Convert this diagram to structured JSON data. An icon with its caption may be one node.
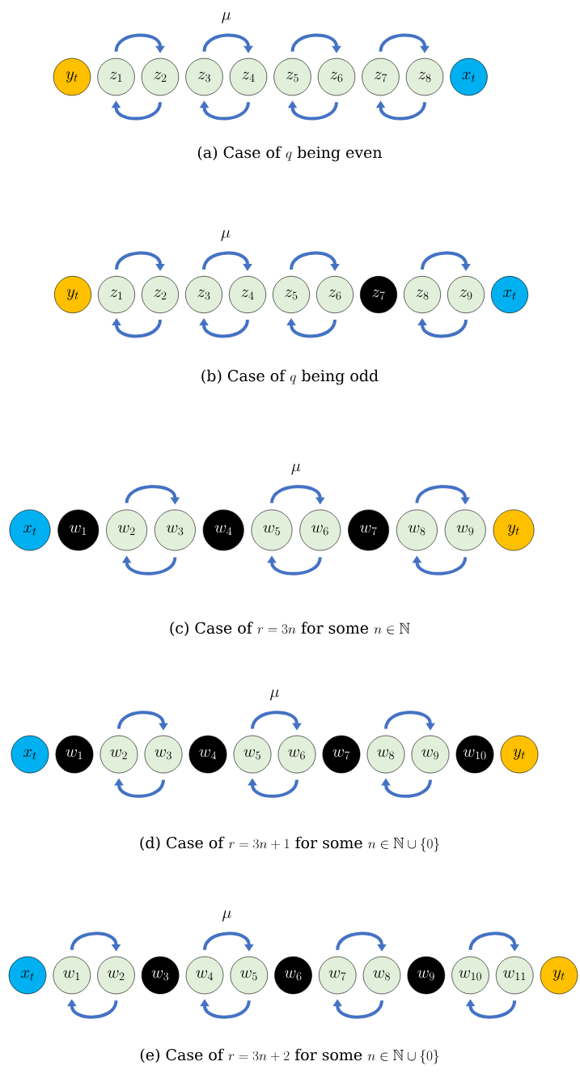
{
  "diagram": {
    "nodes": [
      {
        "text": [
          "y_t"
        ]
      },
      {
        "text": [
          "z_1"
        ]
      },
      {
        "text": [
          "z_2"
        ]
      },
      {
        "text": [
          "z_3"
        ]
      },
      {
        "text": [
          "z_4"
        ]
      },
      {
        "text": [
          "z_5"
        ]
      },
      {
        "text": [
          "z_6"
        ]
      },
      {
        "text": [
          "z_7"
        ]
      },
      {
        "text": [
          "z_8"
        ]
      },
      {
        "text": [
          "x_t"
        ]
      },
      {
        "text": [
          "y_t"
        ]
      },
      {
        "text": [
          "z_1"
        ]
      },
      {
        "text": [
          "z_2"
        ]
      },
      {
        "text": [
          "z_3"
        ]
      },
      {
        "text": [
          "z_4"
        ]
      },
      {
        "text": [
          "z_5"
        ]
      },
      {
        "text": [
          "z_6"
        ]
      },
      {
        "text": [
          "z_7"
        ]
      },
      {
        "text": [
          "z_8"
        ]
      },
      {
        "text": [
          "z_9"
        ]
      },
      {
        "text": [
          "x_t"
        ]
      },
      {
        "text": [
          "x_t"
        ]
      },
      {
        "text": [
          "w_1"
        ]
      },
      {
        "text": [
          "w_2"
        ]
      },
      {
        "text": [
          "w_3"
        ]
      },
      {
        "text": [
          "w_4"
        ]
      },
      {
        "text": [
          "w_5"
        ]
      },
      {
        "text": [
          "w_6"
        ]
      },
      {
        "text": [
          "w_7"
        ]
      },
      {
        "text": [
          "w_8"
        ]
      },
      {
        "text": [
          "w_9"
        ]
      },
      {
        "text": [
          "y_t"
        ]
      },
      {
        "text": [
          "x_t"
        ]
      },
      {
        "text": [
          "w_1"
        ]
      },
      {
        "text": [
          "w_2"
        ]
      },
      {
        "text": [
          "w_3"
        ]
      },
      {
        "text": [
          "w_4"
        ]
      },
      {
        "text": [
          "w_5"
        ]
      },
      {
        "text": [
          "w_6"
        ]
      },
      {
        "text": [
          "w_7"
        ]
      },
      {
        "text": [
          "w_8"
        ]
      },
      {
        "text": [
          "w_9"
        ]
      },
      {
        "text": [
          "w_{10}"
        ]
      },
      {
        "text": [
          "y_t"
        ]
      },
      {
        "text": [
          "x_t"
        ]
      },
      {
        "text": [
          "w_1"
        ]
      },
      {
        "text": [
          "w_2"
        ]
      },
      {
        "text": [
          "w_3"
        ]
      },
      {
        "text": [
          "w_4"
        ]
      },
      {
        "text": [
          "w_5"
        ]
      },
      {
        "text": [
          "w_6"
        ]
      },
      {
        "text": [
          "w_7"
        ]
      },
      {
        "text": [
          "w_8"
        ]
      },
      {
        "text": [
          "w_9"
        ]
      },
      {
        "text": [
          "w_{10}"
        ]
      },
      {
        "text": [
          "w_{11}"
        ]
      },
      {
        "text": [
          "y_t"
        ]
      }
    ],
    "edges": [
      {
        "from": 1,
        "to": 2,
        "arrow": "to"
      },
      {
        "from": 2,
        "to": 1,
        "arrow": "to"
      },
      {
        "from": 3,
        "to": 4,
        "arrow": "to",
        "label": "\\mu"
      },
      {
        "from": 4,
        "to": 3,
        "arrow": "to"
      },
      {
        "from": 5,
        "to": 6,
        "arrow": "to"
      },
      {
        "from": 6,
        "to": 5,
        "arrow": "to"
      },
      {
        "from": 7,
        "to": 8,
        "arrow": "to"
      },
      {
        "from": 8,
        "to": 7,
        "arrow": "to"
      },
      {
        "from": 11,
        "to": 12,
        "arrow": "to"
      },
      {
        "from": 12,
        "to": 11,
        "arrow": "to"
      },
      {
        "from": 13,
        "to": 14,
        "arrow": "to",
        "label": "\\mu"
      },
      {
        "from": 14,
        "to": 13,
        "arrow": "to"
      },
      {
        "from": 15,
        "to": 16,
        "arrow": "to"
      },
      {
        "from": 16,
        "to": 15,
        "arrow": "to"
      },
      {
        "from": 18,
        "to": 19,
        "arrow": "to"
      },
      {
        "from": 19,
        "to": 18,
        "arrow": "to"
      },
      {
        "from": 23,
        "to": 24,
        "arrow": "to"
      },
      {
        "from": 24,
        "to": 23,
        "arrow": "to"
      },
      {
        "from": 26,
        "to": 27,
        "arrow": "to",
        "label": "\\mu"
      },
      {
        "from": 27,
        "to": 26,
        "arrow": "to"
      },
      {
        "from": 29,
        "to": 30,
        "arrow": "to"
      },
      {
        "from": 30,
        "to": 29,
        "arrow": "to"
      },
      {
        "from": 34,
        "to": 35,
        "arrow": "to"
      },
      {
        "from": 35,
        "to": 34,
        "arrow": "to"
      },
      {
        "from": 37,
        "to": 38,
        "arrow": "to",
        "label": "\\mu"
      },
      {
        "from": 38,
        "to": 37,
        "arrow": "to"
      },
      {
        "from": 40,
        "to": 41,
        "arrow": "to"
      },
      {
        "from": 41,
        "to": 40,
        "arrow": "to"
      },
      {
        "from": 45,
        "to": 46,
        "arrow": "to"
      },
      {
        "from": 46,
        "to": 45,
        "arrow": "to"
      },
      {
        "from": 48,
        "to": 49,
        "arrow": "to",
        "label": "\\mu"
      },
      {
        "from": 49,
        "to": 48,
        "arrow": "to"
      },
      {
        "from": 51,
        "to": 52,
        "arrow": "to"
      },
      {
        "from": 52,
        "to": 51,
        "arrow": "to"
      },
      {
        "from": 54,
        "to": 55,
        "arrow": "to"
      },
      {
        "from": 55,
        "to": 54,
        "arrow": "to"
      }
    ],
    "labels": [
      "\\text{(a) Case of } q \\text{ being even}",
      "\\text{(b) Case of } q \\text{ being odd}",
      "\\text{(c) Case of } r = 3n \\text{ for some } n \\in \\mathbb{N}",
      "\\text{(d) Case of } r = 3n + 1 \\text{ for some } n \\in \\mathbb{N} \\cup \\{0\\}",
      "\\text{(e) Case of } r = 3n + 2 \\text{ for some } n \\in \\mathbb{N} \\cup \\{0\\}"
    ]
  }
}
